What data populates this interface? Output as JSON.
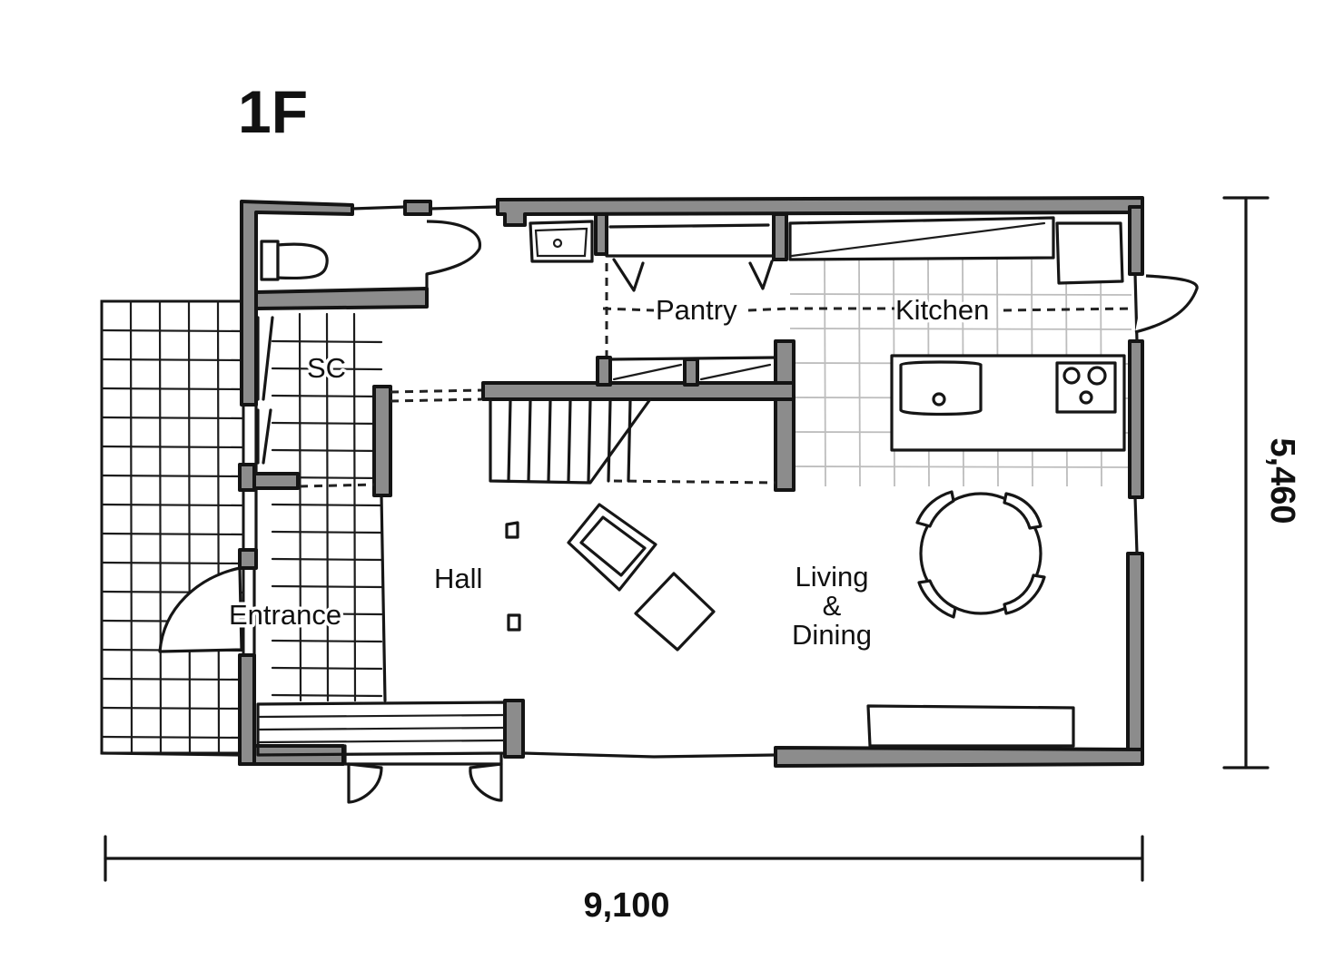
{
  "floor_label": "1F",
  "rooms": {
    "pantry": "Pantry",
    "kitchen": "Kitchen",
    "sc": "SC",
    "hall": "Hall",
    "entrance": "Entrance",
    "living_line1": "Living",
    "living_line2": "&",
    "living_line3": "Dining"
  },
  "dimensions": {
    "width": "9,100",
    "depth": "5,460"
  },
  "colors": {
    "wall_fill": "#8c8c8c",
    "ink": "#141414",
    "background": "#ffffff"
  }
}
